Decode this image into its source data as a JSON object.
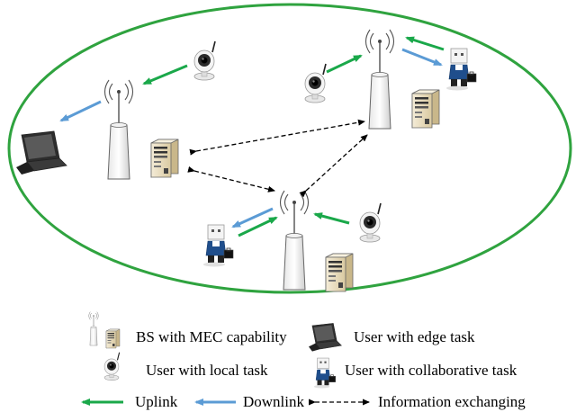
{
  "legend": {
    "bs": "BS with MEC capability",
    "edge_user": "User with edge task",
    "local_user": "User with local task",
    "collab_user": "User with collaborative task",
    "uplink": "Uplink",
    "downlink": "Downlink",
    "info": "Information exchanging"
  },
  "colors": {
    "uplink": "#1aa84a",
    "downlink": "#5b9bd5",
    "boundary": "#2fa33f",
    "info": "#000000"
  },
  "icons": {
    "base_station": "radio-tower-icon",
    "server": "server-icon",
    "laptop": "laptop-icon",
    "camera": "security-camera-icon",
    "robot": "robot-user-icon"
  }
}
